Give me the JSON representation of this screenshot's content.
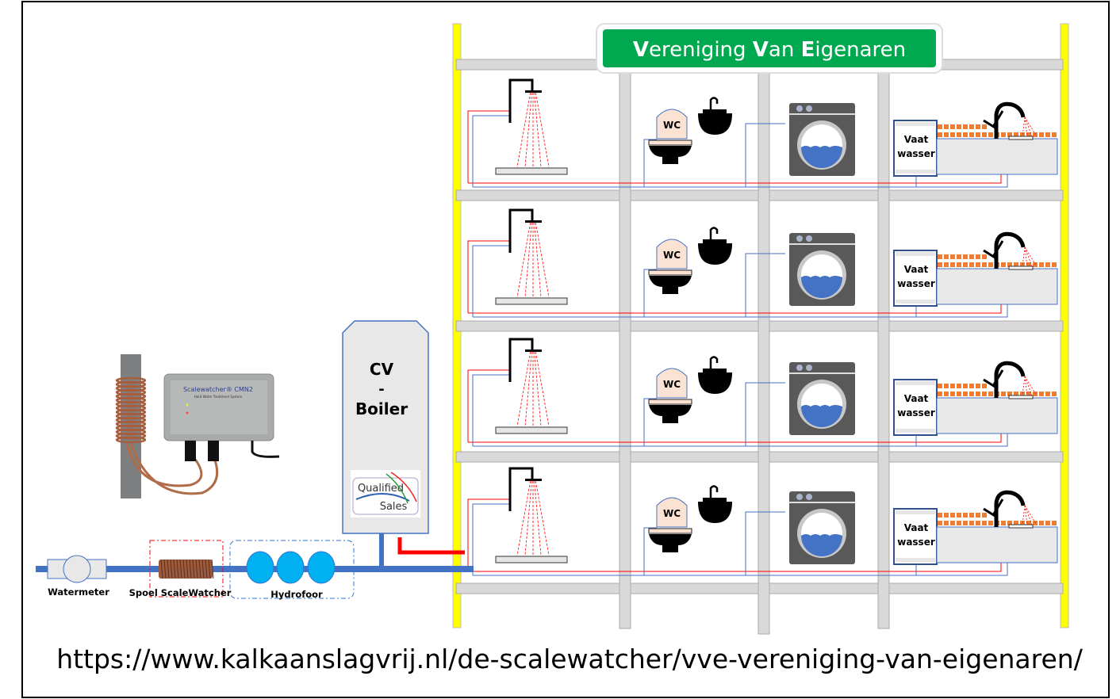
{
  "title": {
    "parts": [
      "V",
      "ereniging ",
      "V",
      "an ",
      "E",
      "igenaren"
    ],
    "color": "#00a84f"
  },
  "boiler": {
    "line1": "CV",
    "line2": "-",
    "line3": "Boiler",
    "logo_top": "Qualified",
    "logo_bottom": "Sales"
  },
  "photo": {
    "brand": "Scalewatcher® CMN2",
    "subtitle": "Hard Water Treatment System"
  },
  "supply": {
    "watermeter": "Watermeter",
    "coil": "Spoel ScaleWatcher",
    "hydrofoor": "Hydrofoor"
  },
  "fixtures": {
    "wc": "WC",
    "dishwasher_1": "Vaat",
    "dishwasher_2": "wasser"
  },
  "floors": 4,
  "url": "https://www.kalkaanslagvrij.nl/de-scalewatcher/vve-vereniging-van-eigenaren/",
  "colors": {
    "hot": "#ff0000",
    "cold": "#4472c4",
    "hydrofoor": "#00b0f0",
    "wall": "#ffff00",
    "structure": "#d9d9d9"
  }
}
